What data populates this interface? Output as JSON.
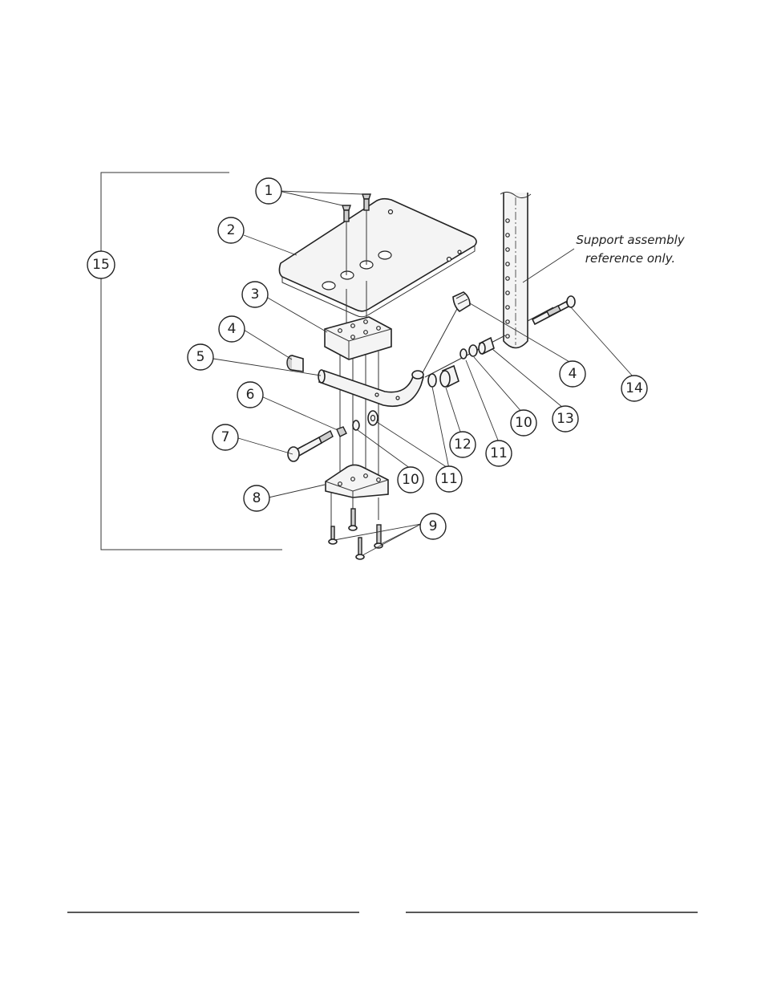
{
  "callouts": [
    {
      "id": "c1",
      "label": "1"
    },
    {
      "id": "c2",
      "label": "2"
    },
    {
      "id": "c3",
      "label": "3"
    },
    {
      "id": "c4a",
      "label": "4"
    },
    {
      "id": "c5",
      "label": "5"
    },
    {
      "id": "c6",
      "label": "6"
    },
    {
      "id": "c7",
      "label": "7"
    },
    {
      "id": "c8",
      "label": "8"
    },
    {
      "id": "c9",
      "label": "9"
    },
    {
      "id": "c10a",
      "label": "10"
    },
    {
      "id": "c11a",
      "label": "11"
    },
    {
      "id": "c12",
      "label": "12"
    },
    {
      "id": "c11b",
      "label": "11"
    },
    {
      "id": "c10b",
      "label": "10"
    },
    {
      "id": "c13",
      "label": "13"
    },
    {
      "id": "c4b",
      "label": "4"
    },
    {
      "id": "c14",
      "label": "14"
    },
    {
      "id": "c15",
      "label": "15"
    }
  ],
  "note": {
    "line1": "Support assembly",
    "line2": "reference only."
  }
}
